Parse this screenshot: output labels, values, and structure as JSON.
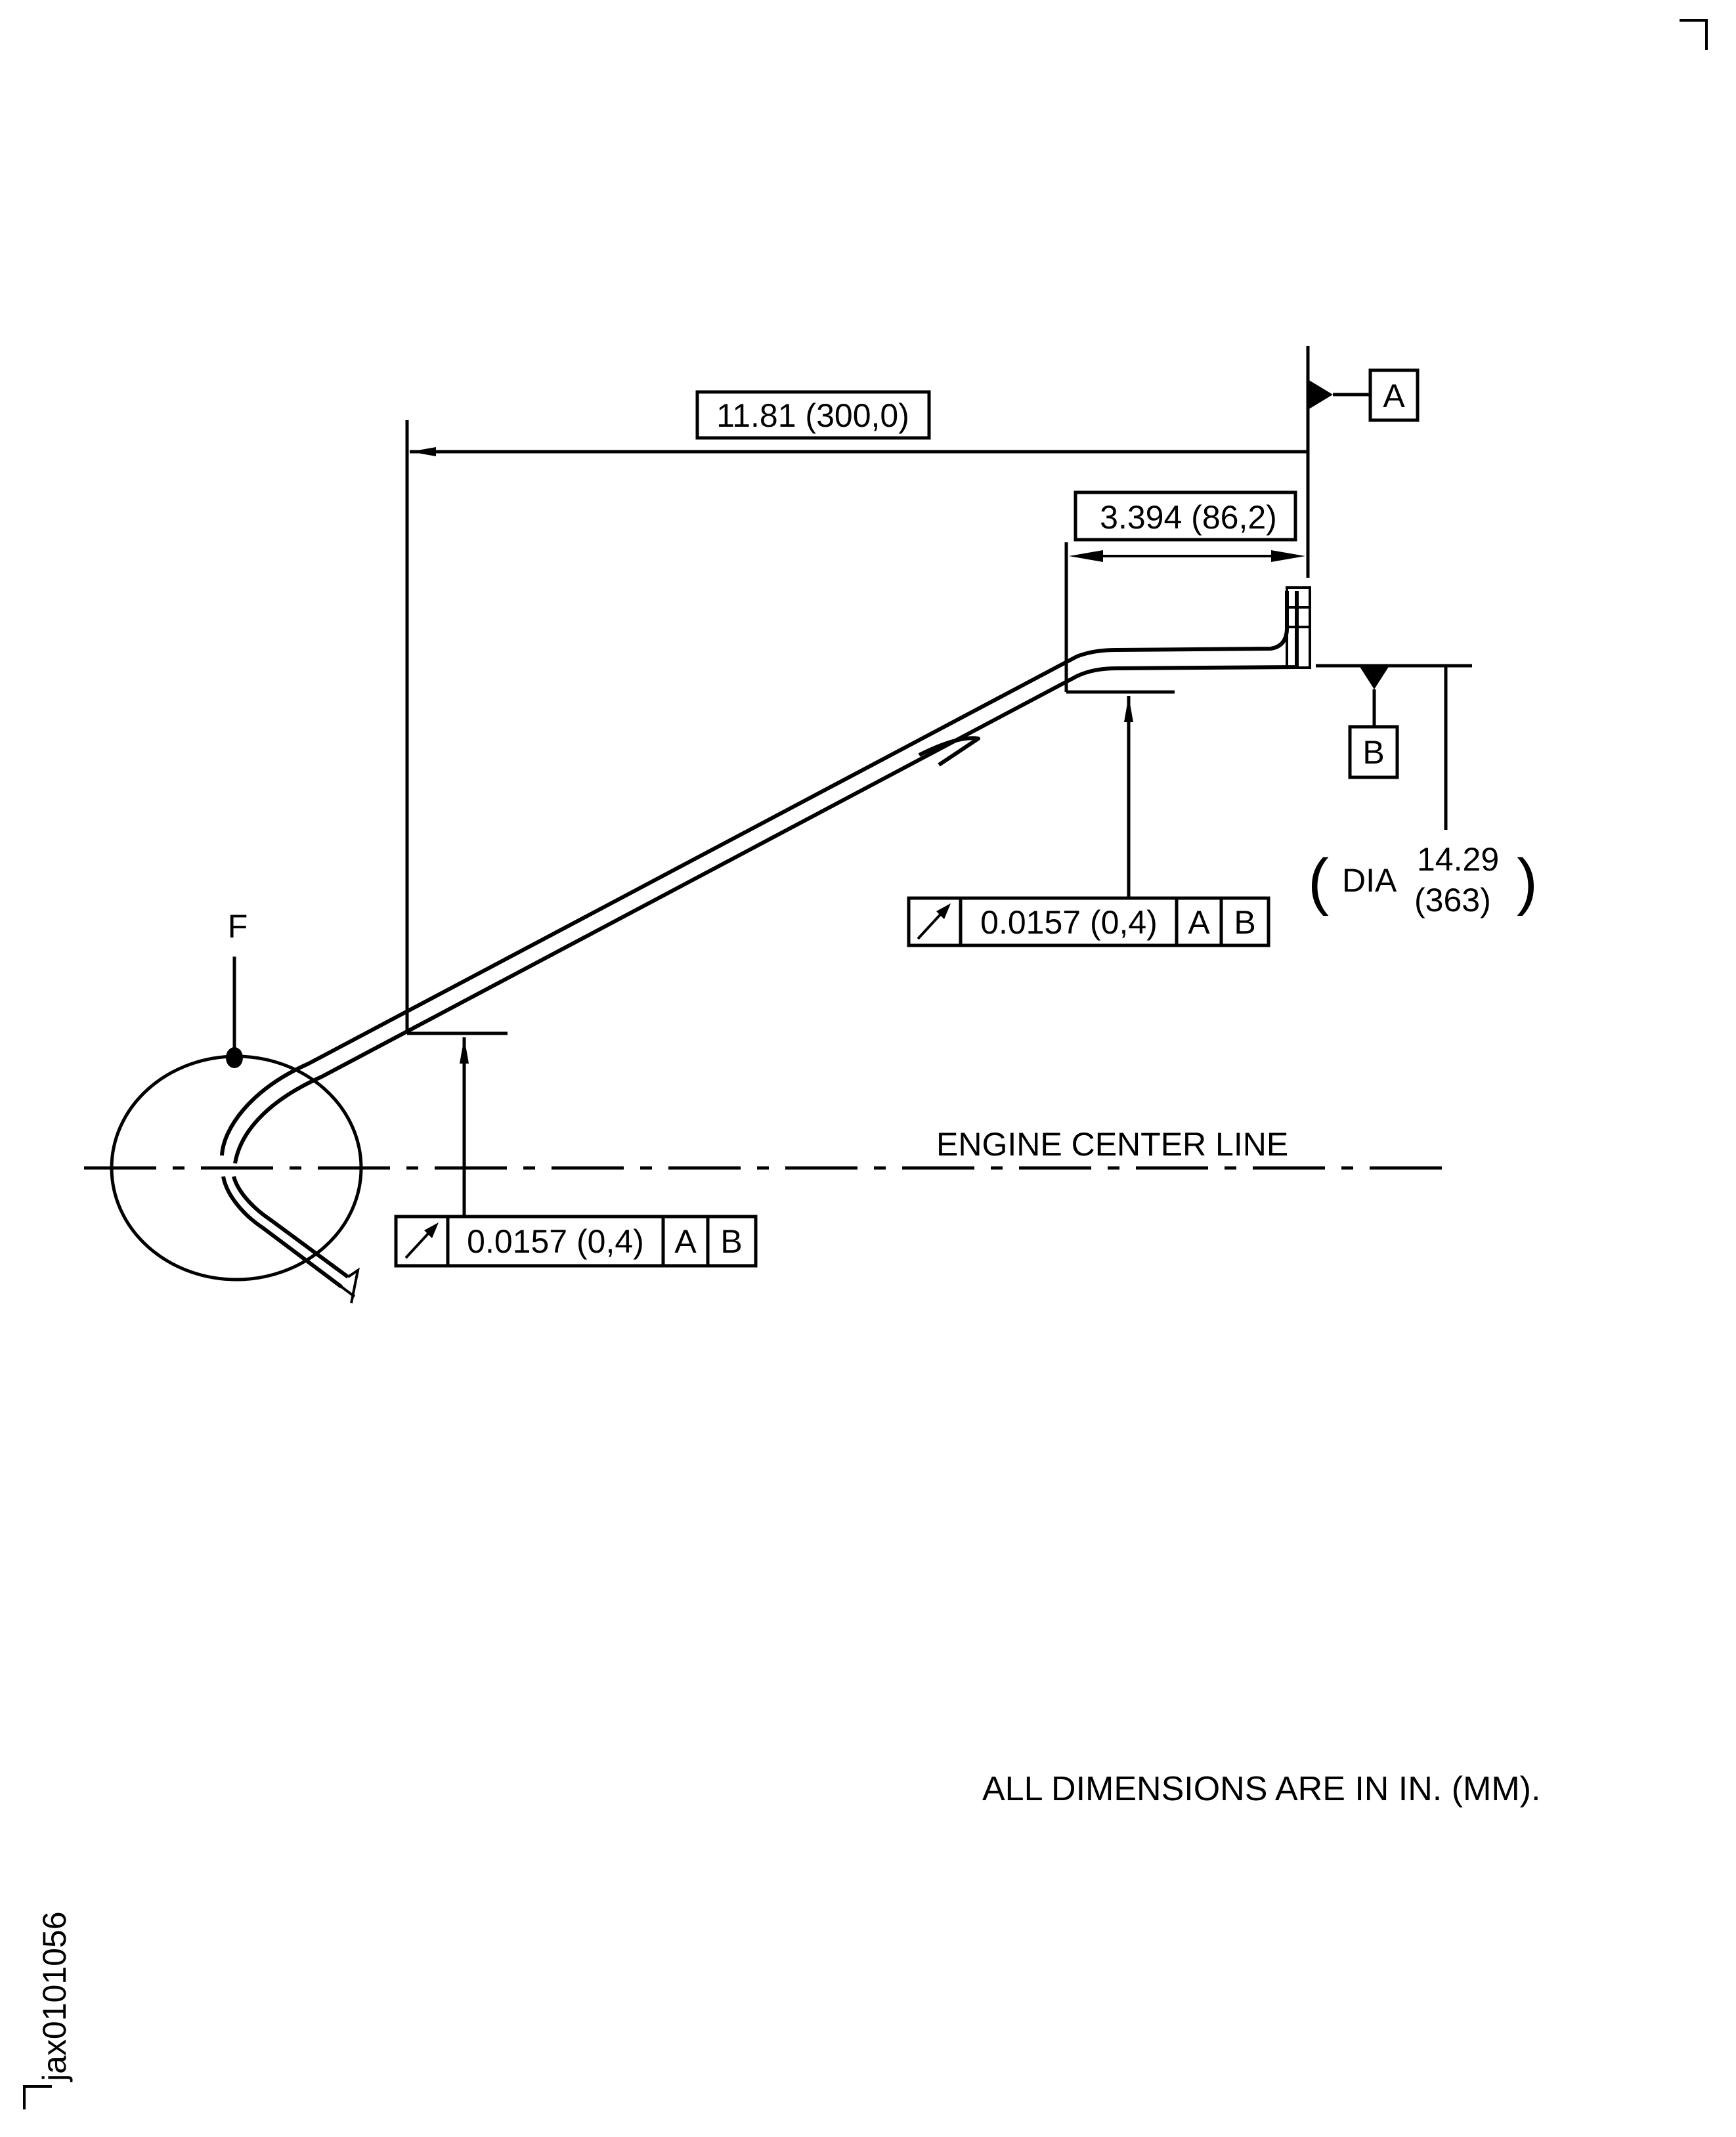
{
  "drawing_id": "jax0101056",
  "datums": {
    "a": "A",
    "b": "B",
    "f": "F"
  },
  "dimensions": {
    "overall_length": "11.81 (300,0)",
    "flange_length": "3.394 (86,2)",
    "diameter_prefix": "DIA",
    "diameter_in": "14.29",
    "diameter_mm": "(363)",
    "open_paren": "(",
    "close_paren": ")"
  },
  "feature_control_frames": [
    {
      "symbol": "circular-runout",
      "tolerance": "0.0157 (0,4)",
      "datum_1": "A",
      "datum_2": "B"
    },
    {
      "symbol": "circular-runout",
      "tolerance": "0.0157 (0,4)",
      "datum_1": "A",
      "datum_2": "B"
    }
  ],
  "labels": {
    "center_line": "ENGINE CENTER LINE",
    "units_note": "ALL DIMENSIONS ARE IN IN. (MM)."
  }
}
